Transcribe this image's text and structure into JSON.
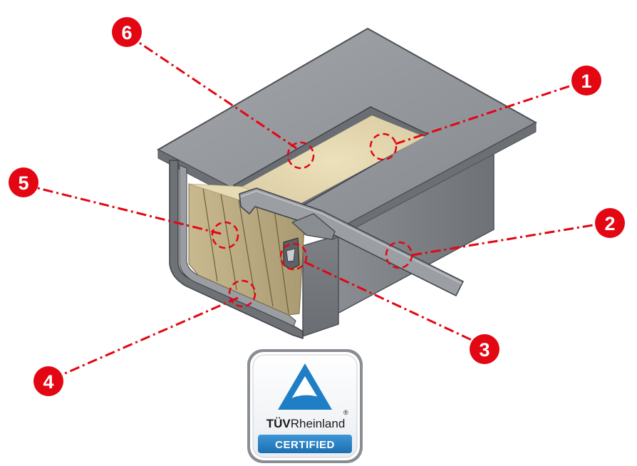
{
  "colors": {
    "callout": "#e30613",
    "steel": "#8e9196",
    "steel_dark": "#4e5156",
    "insulation": "#e3d6ad",
    "tuv_blue": "#1f7fc6"
  },
  "callouts": [
    {
      "id": "1",
      "label": "1"
    },
    {
      "id": "2",
      "label": "2"
    },
    {
      "id": "3",
      "label": "3"
    },
    {
      "id": "4",
      "label": "4"
    },
    {
      "id": "5",
      "label": "5"
    },
    {
      "id": "6",
      "label": "6"
    }
  ],
  "badge": {
    "brand_tuv": "TÜV",
    "brand_rest": "Rheinland",
    "registered": "®",
    "certified": "CERTIFIED",
    "icon": "tuv-triangle-icon"
  }
}
